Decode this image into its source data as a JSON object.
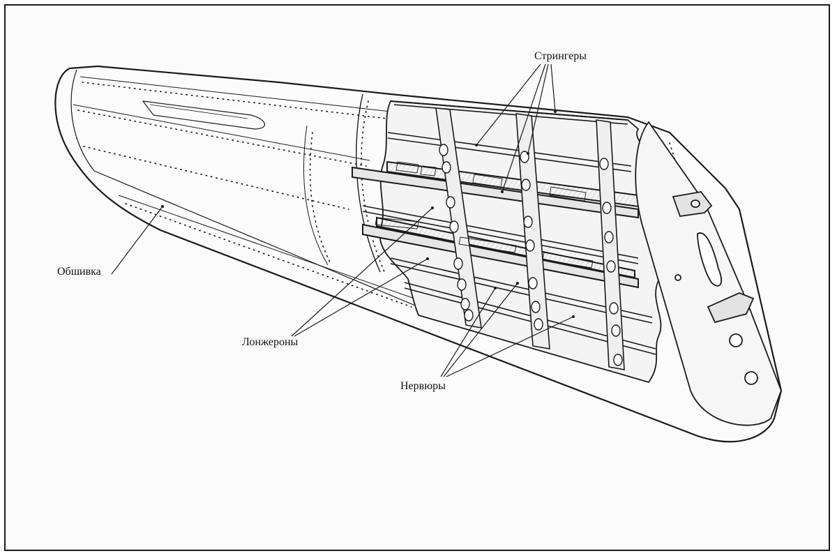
{
  "labels": {
    "stringers": "Стрингеры",
    "skin": "Обшивка",
    "spars": "Лонжероны",
    "ribs": "Нервюры"
  },
  "colors": {
    "line": "#1a1a1a",
    "paper": "#fbfbfb",
    "shade": "#d9d9d9"
  }
}
